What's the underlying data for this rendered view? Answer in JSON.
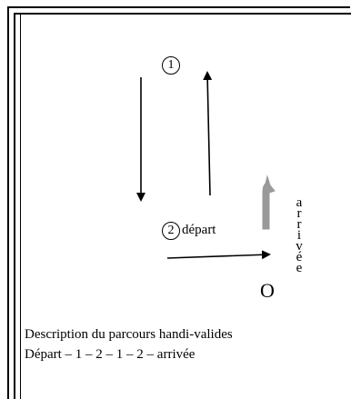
{
  "diagram": {
    "step_one_marker": "1",
    "step_two_marker": "2",
    "start_label": "départ",
    "finish_label": "arrivée",
    "finish_point_label": "O",
    "description_line_1": "Description du parcours handi-valides",
    "description_line_2": "Départ – 1 – 2  – 1 – 2  –  arrivée",
    "flag_color": "#999999"
  }
}
